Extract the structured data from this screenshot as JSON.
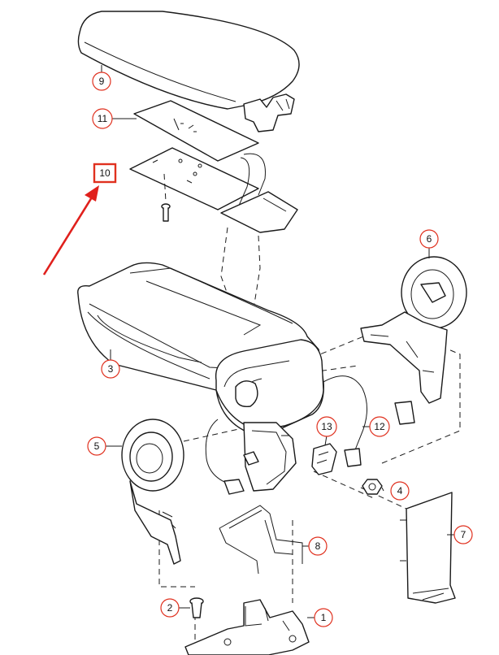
{
  "diagram": {
    "highlight_color": "#e0201c",
    "callout_color": "#e0311f",
    "highlighted_part": "10",
    "callouts": {
      "c1": "1",
      "c2": "2",
      "c3": "3",
      "c4": "4",
      "c5": "5",
      "c6": "6",
      "c7": "7",
      "c8": "8",
      "c9": "9",
      "c10": "10",
      "c11": "11",
      "c12": "12",
      "c13": "13"
    }
  }
}
